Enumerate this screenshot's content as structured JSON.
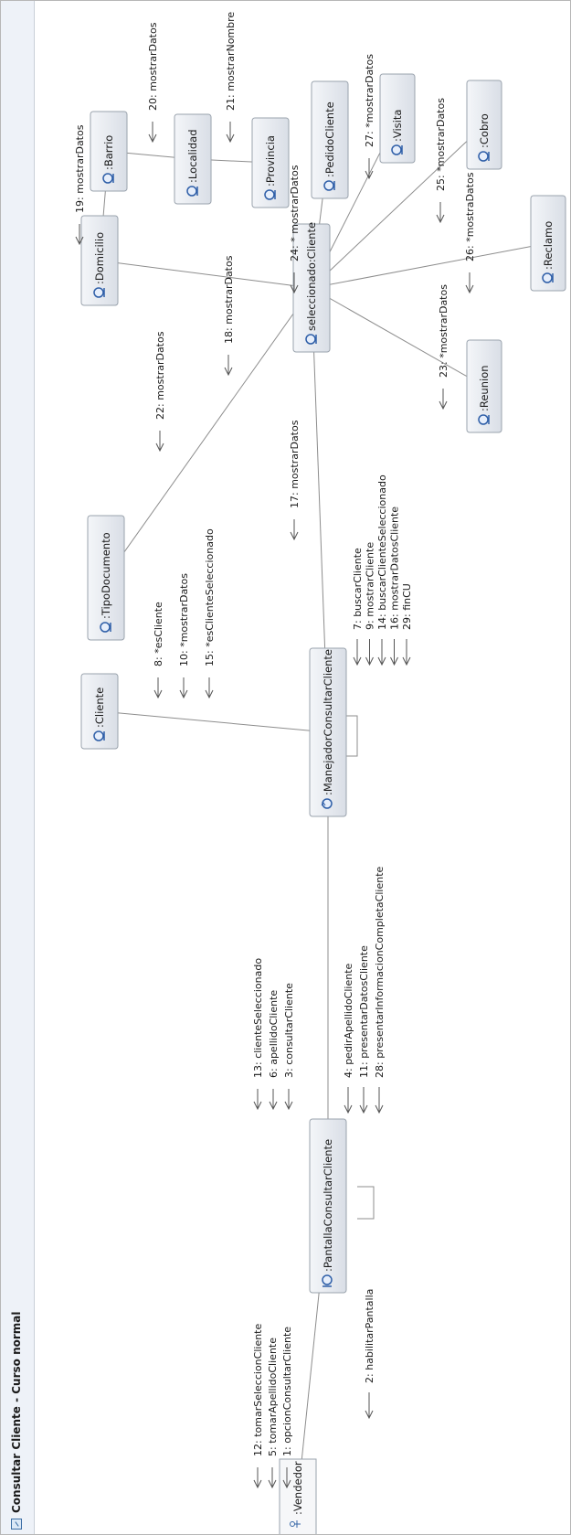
{
  "tab": {
    "title": "Consultar Cliente - Curso normal",
    "icon": "diagram-icon"
  },
  "objects": [
    {
      "id": "vendedor",
      "label": ":Vendedor",
      "kind": "actor"
    },
    {
      "id": "pantalla",
      "label": ":PantallaConsultarCliente",
      "kind": "boundary"
    },
    {
      "id": "manejador",
      "label": ":ManejadorConsultarCliente",
      "kind": "control"
    },
    {
      "id": "cliente",
      "label": ":Cliente",
      "kind": "entity"
    },
    {
      "id": "tipodoc",
      "label": ":TipoDocumento",
      "kind": "entity"
    },
    {
      "id": "seleccionado",
      "label": "seleccionado:Cliente",
      "kind": "entity"
    },
    {
      "id": "domicilio",
      "label": ":Domicilio",
      "kind": "entity"
    },
    {
      "id": "barrio",
      "label": ":Barrio",
      "kind": "entity"
    },
    {
      "id": "localidad",
      "label": ":Localidad",
      "kind": "entity"
    },
    {
      "id": "provincia",
      "label": ":Provincia",
      "kind": "entity"
    },
    {
      "id": "pedido",
      "label": ":PedidoCliente",
      "kind": "entity"
    },
    {
      "id": "visita",
      "label": ":Visita",
      "kind": "entity"
    },
    {
      "id": "cobro",
      "label": ":Cobro",
      "kind": "entity"
    },
    {
      "id": "reclamo",
      "label": ":Reclamo",
      "kind": "entity"
    },
    {
      "id": "reunion",
      "label": ":Reunion",
      "kind": "entity"
    }
  ],
  "message_groups": [
    {
      "id": "vendedor-pantalla",
      "messages": [
        "12: tomarSeleccionCliente",
        "5: tomarApellidoCliente",
        "1: opcionConsultarCliente"
      ]
    },
    {
      "id": "pantalla-self",
      "messages": [
        "2: habilitarPantalla"
      ]
    },
    {
      "id": "pantalla-manejador",
      "messages": [
        "13: clienteSeleccionado",
        "6: apellidoCliente",
        "3: consultarCliente"
      ]
    },
    {
      "id": "manejador-pantalla",
      "messages": [
        "4: pedirApellidoCliente",
        "11: presentarDatosCliente",
        "28: presentarInformacionCompletaCliente"
      ]
    },
    {
      "id": "manejador-cliente",
      "messages": [
        "8: *esCliente",
        "10: *mostrarDatos",
        "15: *esClienteSeleccionado"
      ]
    },
    {
      "id": "manejador-self",
      "messages": [
        "7: buscarCliente",
        "9: mostrarCliente",
        "14: buscarClienteSeleccionado",
        "16: mostrarDatosCliente",
        "29: finCU"
      ]
    },
    {
      "id": "manejador-seleccionado",
      "messages": [
        "17: mostrarDatos"
      ]
    },
    {
      "id": "seleccionado-tipodoc",
      "messages": [
        "22: mostrarDatos"
      ]
    },
    {
      "id": "seleccionado-domicilio",
      "messages": [
        "18: mostrarDatos"
      ]
    },
    {
      "id": "domicilio-barrio",
      "messages": [
        "19: mostrarDatos"
      ]
    },
    {
      "id": "barrio-localidad",
      "messages": [
        "20: mostrarDatos"
      ]
    },
    {
      "id": "localidad-provincia",
      "messages": [
        "21: mostrarNombre"
      ]
    },
    {
      "id": "seleccionado-pedido",
      "messages": [
        "24: * mostrarDatos"
      ]
    },
    {
      "id": "seleccionado-visita",
      "messages": [
        "27: *mostrarDatos"
      ]
    },
    {
      "id": "seleccionado-cobro",
      "messages": [
        "25: *mostrarDatos"
      ]
    },
    {
      "id": "seleccionado-reclamo",
      "messages": [
        "26: *mostraDatos"
      ]
    },
    {
      "id": "seleccionado-reunion",
      "messages": [
        "23: *mostrarDatos"
      ]
    }
  ]
}
